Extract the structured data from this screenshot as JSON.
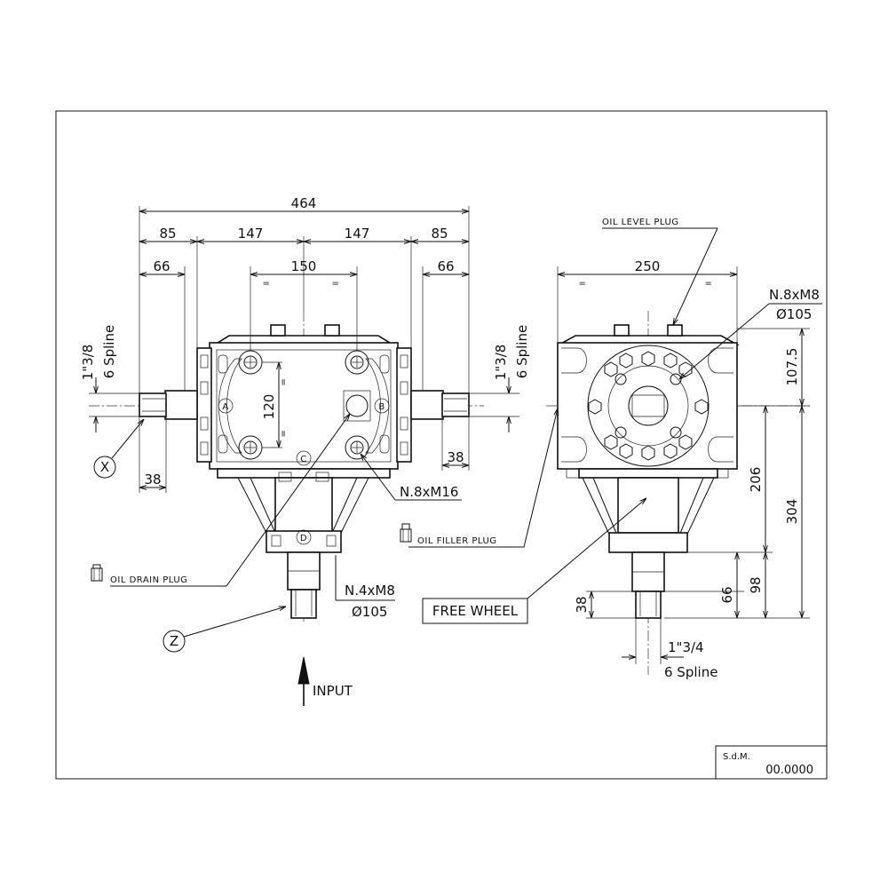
{
  "drawing": {
    "dimensions": {
      "overall_width": "464",
      "left_shaft": "85",
      "left_half": "147",
      "right_half": "147",
      "right_shaft": "85",
      "left_spline_len": "66",
      "bolt_spacing": "150",
      "right_spline_len": "66",
      "bolt_vertical": "120",
      "left_shaft_tip": "38",
      "right_shaft_tip": "38",
      "side_width": "250",
      "height_upper": "107.5",
      "height_206": "206",
      "height_304": "304",
      "height_98": "98",
      "height_66": "66",
      "input_tip": "38",
      "equal_sign": "="
    },
    "labels": {
      "left_shaft_size": "1\"3/8",
      "left_shaft_spline": "6 Spline",
      "right_shaft_size": "1\"3/8",
      "right_shaft_spline": "6 Spline",
      "input_shaft_size": "1\"3/4",
      "input_shaft_spline": "6 Spline",
      "oil_level_plug": "OIL LEVEL PLUG",
      "oil_filler_plug": "OIL FILLER PLUG",
      "oil_drain_plug": "OIL DRAIN PLUG",
      "free_wheel": "FREE WHEEL",
      "input": "INPUT",
      "front_bolts": "N.8xM16",
      "bottom_bolts": "N.4xM8",
      "bottom_bolt_circle": "Ø105",
      "side_bolts": "N.8xM8",
      "side_bolt_circle": "Ø105"
    },
    "callouts": {
      "x": "X",
      "z": "Z",
      "a": "A",
      "b": "B",
      "c": "C",
      "d": "D"
    }
  },
  "title_block": {
    "code_label": "S.d.M.",
    "number": "00.0000"
  }
}
